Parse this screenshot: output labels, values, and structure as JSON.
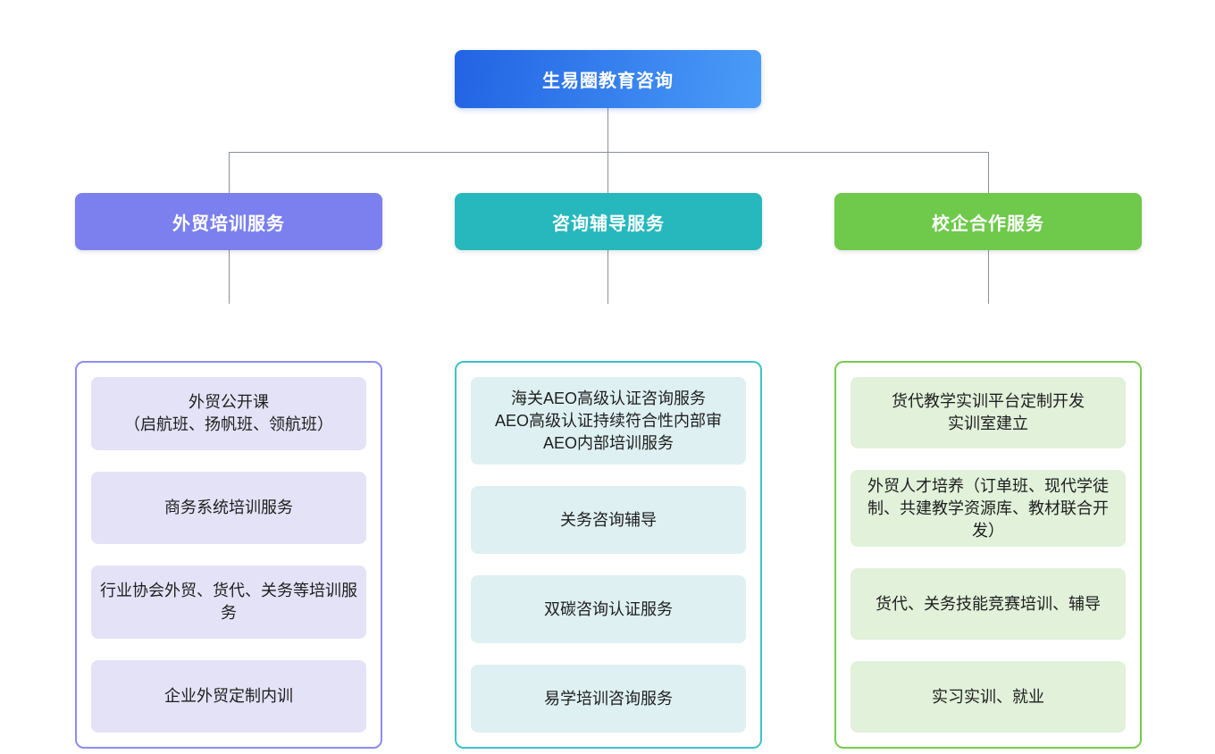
{
  "root": {
    "label": "生易圈教育咨询",
    "gradient_start": "#2263e3",
    "gradient_end": "#4a9cf8"
  },
  "connector_color": "#8a9099",
  "branches": [
    {
      "id": "trade-training",
      "label": "外贸培训服务",
      "header_color": "#7b80ee",
      "border_color": "#8a8ef1",
      "item_bg": "#e4e2f7",
      "items": [
        "外贸公开课\n（启航班、扬帆班、领航班）",
        "商务系统培训服务",
        "行业协会外贸、货代、关务等培训服务",
        "企业外贸定制内训"
      ]
    },
    {
      "id": "consulting-coaching",
      "label": "咨询辅导服务",
      "header_color": "#26b8bd",
      "border_color": "#3ec2c6",
      "item_bg": "#def0f2",
      "items": [
        "海关AEO高级认证咨询服务\nAEO高级认证持续符合性内部审\nAEO内部培训服务",
        "关务咨询辅导",
        "双碳咨询认证服务",
        "易学培训咨询服务"
      ]
    },
    {
      "id": "school-enterprise",
      "label": "校企合作服务",
      "header_color": "#6fc94b",
      "border_color": "#77cb51",
      "item_bg": "#e1f1da",
      "items": [
        "货代教学实训平台定制开发\n实训室建立",
        "外贸人才培养（订单班、现代学徒制、共建教学资源库、教材联合开发）",
        "货代、关务技能竞赛培训、辅导",
        "实习实训、就业"
      ]
    }
  ]
}
